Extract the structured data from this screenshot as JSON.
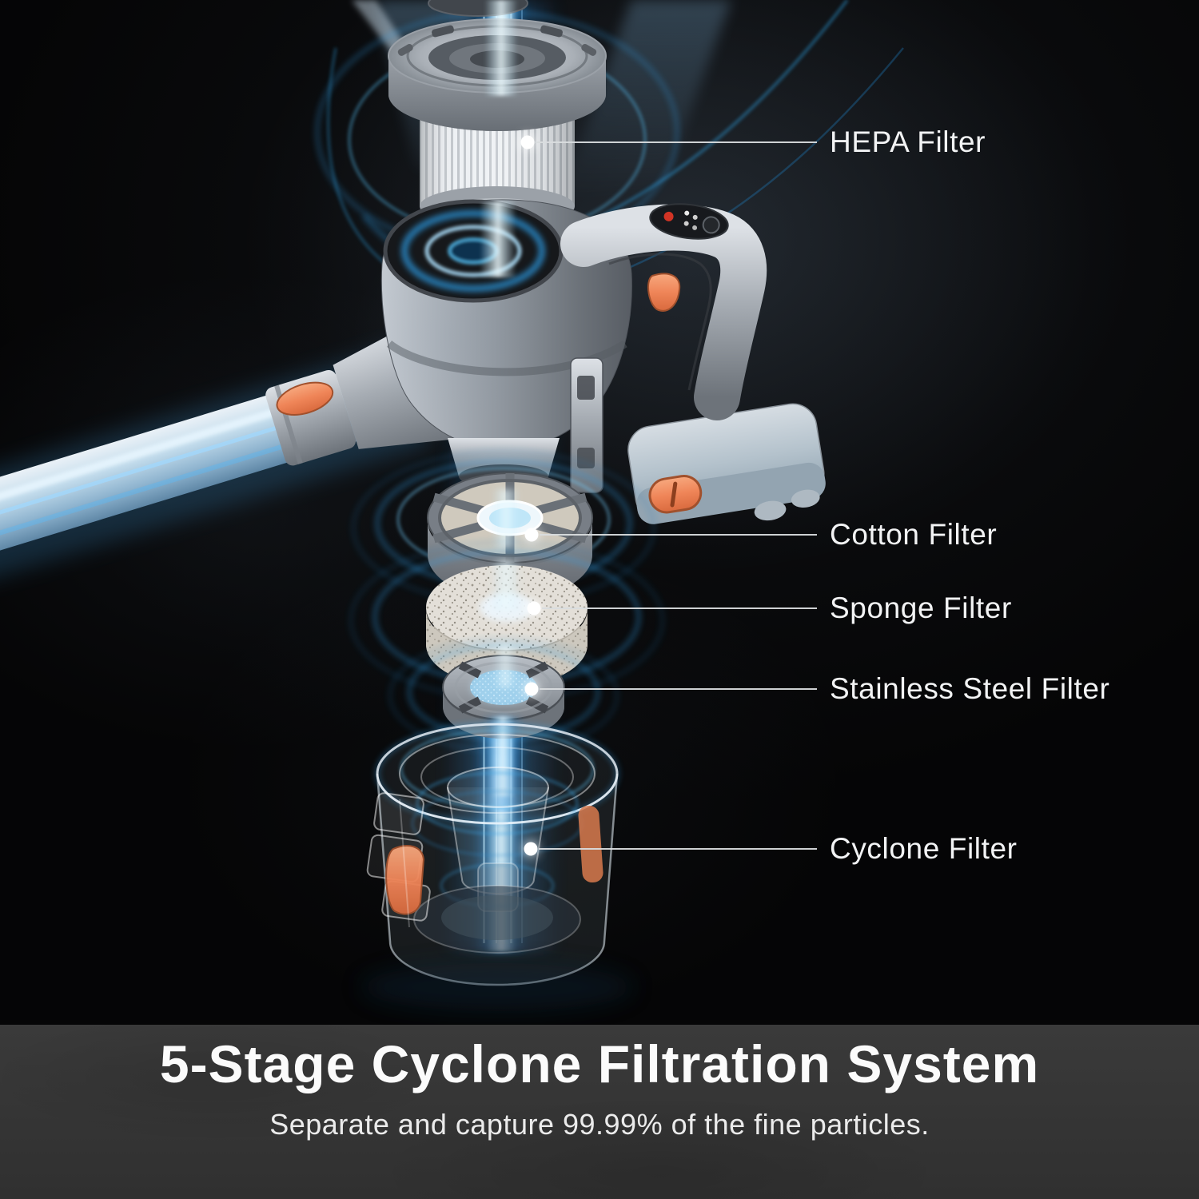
{
  "theme": {
    "background": "#060708",
    "footer_band": "#333333",
    "text_primary": "#f2f3f4",
    "beam_blue": "#46afff",
    "beam_core": "#ebfaff",
    "arc_blue": "#2f9fe8",
    "accent_orange": "#ef8558",
    "metal_light": "#dde1e6",
    "metal_dark": "#6d737a",
    "callout_line": "#d9dcde",
    "indicator_red": "#d23425"
  },
  "callouts": [
    {
      "id": "hepa",
      "label": "HEPA Filter"
    },
    {
      "id": "cotton",
      "label": "Cotton Filter"
    },
    {
      "id": "sponge",
      "label": "Sponge Filter"
    },
    {
      "id": "steel",
      "label": "Stainless Steel Filter"
    },
    {
      "id": "cyclone",
      "label": "Cyclone Filter"
    }
  ],
  "footer": {
    "title": "5-Stage Cyclone Filtration System",
    "subtitle": "Separate and capture 99.99% of the fine particles."
  }
}
